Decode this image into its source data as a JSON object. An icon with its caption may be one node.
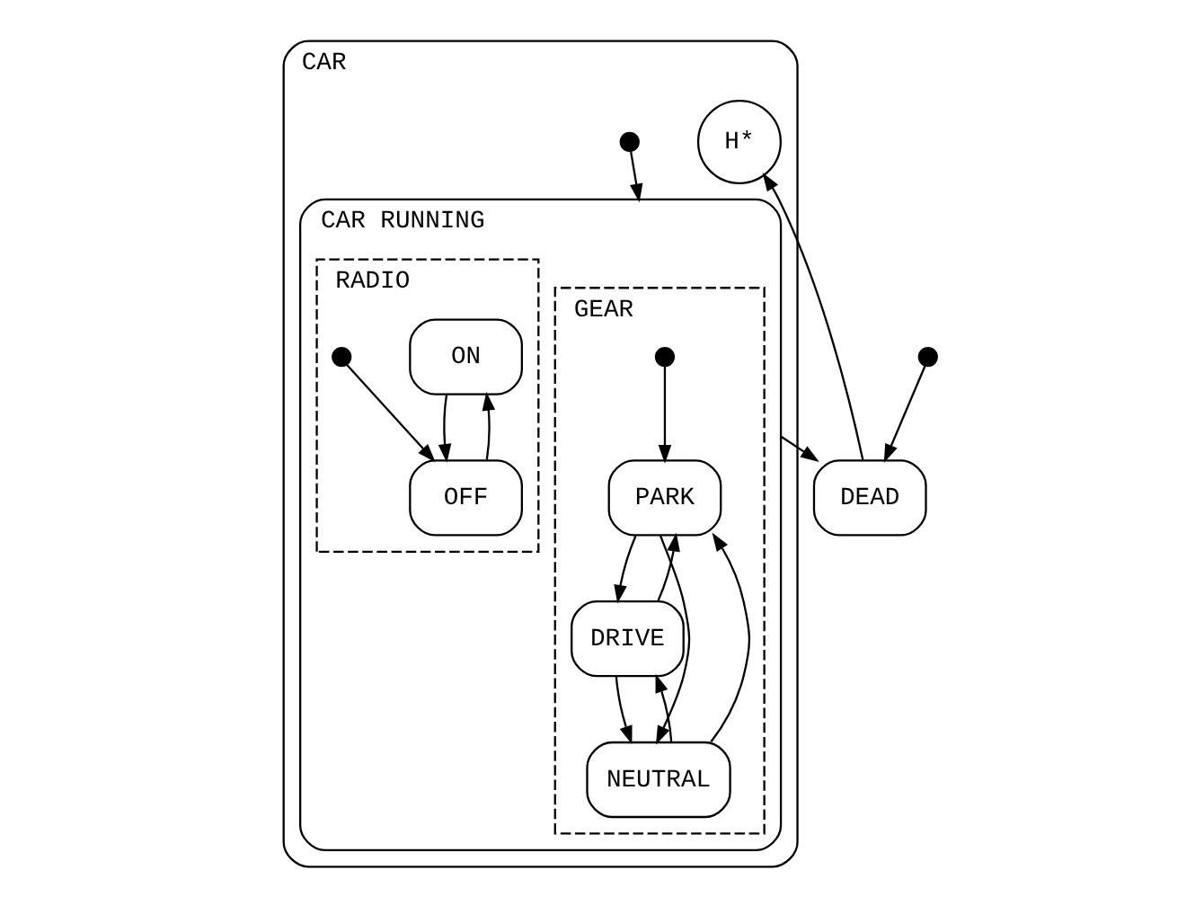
{
  "diagram": {
    "nodes": [
      {
        "text": [
          "CAR"
        ]
      },
      {
        "text": [
          "CAR RUNNING"
        ],
        "in": 0
      },
      {
        "text": [],
        "shape": "dot",
        "in": 0
      },
      {
        "text": [
          "GEAR"
        ],
        "in": 1
      },
      {
        "text": [],
        "shape": "dot",
        "in": 3
      },
      {
        "text": [
          "PARK"
        ],
        "in": 3
      },
      {
        "text": [
          "DRIVE"
        ],
        "in": 3
      },
      {
        "text": [
          "NEUTRAL"
        ],
        "in": 3
      },
      {
        "text": [
          "RADIO"
        ],
        "in": 1
      },
      {
        "text": [
          "ON"
        ],
        "in": 8
      },
      {
        "text": [
          "OFF"
        ],
        "in": 8
      },
      {
        "text": [],
        "shape": "dot",
        "in": 8
      },
      {
        "text": [
          "DEAD"
        ]
      },
      {
        "text": [],
        "shape": "dot"
      },
      {
        "text": [
          "H*"
        ],
        "in": 0
      }
    ],
    "edges": [
      {
        "from": 2,
        "to": 1,
        "arrow": "to"
      },
      {
        "from": 4,
        "to": 5,
        "arrow": "to"
      },
      {
        "from": 5,
        "to": 6,
        "arrow": "to"
      },
      {
        "from": 6,
        "to": 5,
        "arrow": "to"
      },
      {
        "from": 5,
        "to": 7,
        "arrow": "to"
      },
      {
        "from": 7,
        "to": 5,
        "arrow": "to"
      },
      {
        "from": 6,
        "to": 7,
        "arrow": "to"
      },
      {
        "from": 7,
        "to": 6,
        "arrow": "to"
      },
      {
        "from": 9,
        "to": 10,
        "arrow": "to"
      },
      {
        "from": 10,
        "to": 9,
        "arrow": "to"
      },
      {
        "from": 11,
        "to": 10,
        "arrow": "to"
      },
      {
        "from": 1,
        "to": 12,
        "arrow": "to"
      },
      {
        "from": 13,
        "to": 12,
        "arrow": "to"
      },
      {
        "from": 12,
        "to": 14,
        "arrow": "to"
      }
    ]
  }
}
